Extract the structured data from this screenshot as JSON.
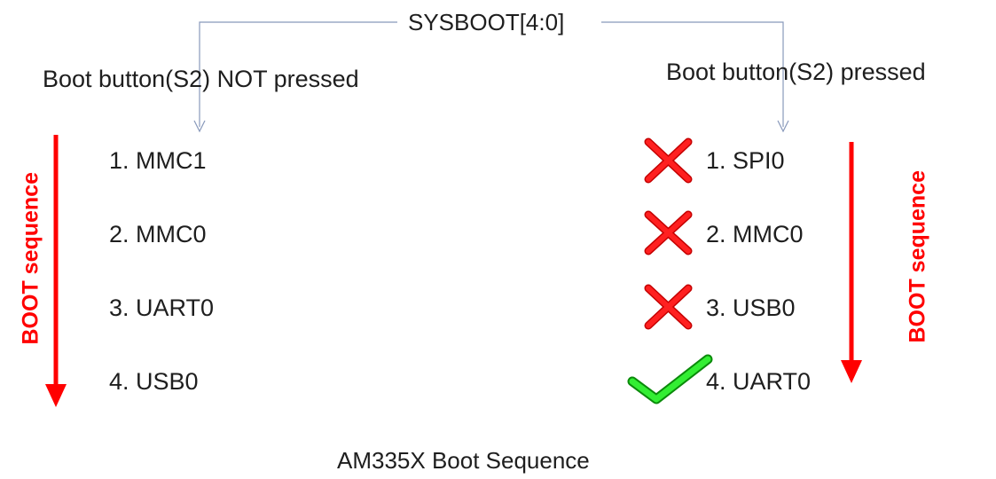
{
  "title": "SYSBOOT[4:0]",
  "caption": "AM335X Boot Sequence",
  "colors": {
    "sequence_arrow": "#ff0000",
    "cross": "#ff0000",
    "check": "#33ee33",
    "connector": "#8899bb"
  },
  "left": {
    "condition": "Boot button(S2) NOT pressed",
    "sequence_label": "BOOT sequence",
    "items": [
      {
        "label": "1. MMC1"
      },
      {
        "label": "2. MMC0"
      },
      {
        "label": "3. UART0"
      },
      {
        "label": "4. USB0"
      }
    ]
  },
  "right": {
    "condition": "Boot button(S2) pressed",
    "sequence_label": "BOOT sequence",
    "items": [
      {
        "label": "1. SPI0",
        "mark": "cross-icon"
      },
      {
        "label": "2. MMC0",
        "mark": "cross-icon"
      },
      {
        "label": "3. USB0",
        "mark": "cross-icon"
      },
      {
        "label": "4. UART0",
        "mark": "check-icon"
      }
    ]
  }
}
